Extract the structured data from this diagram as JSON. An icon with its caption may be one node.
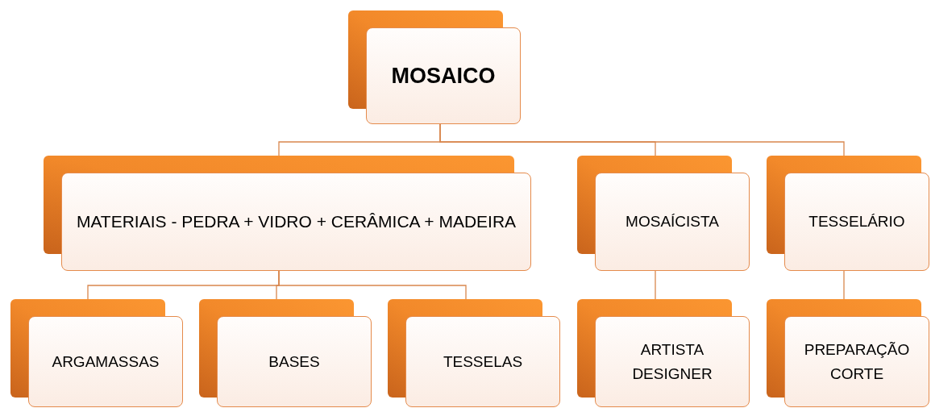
{
  "diagram": {
    "nodes": [
      {
        "text": [
          "MOSAICO"
        ]
      },
      {
        "text": [
          "MATERIAIS - PEDRA + VIDRO + CERÂMICA + MADEIRA"
        ]
      },
      {
        "text": [
          "MOSAÍCISTA"
        ]
      },
      {
        "text": [
          "TESSELÁRIO"
        ]
      },
      {
        "text": [
          "ARGAMASSAS"
        ]
      },
      {
        "text": [
          "BASES"
        ]
      },
      {
        "text": [
          "TESSELAS"
        ]
      },
      {
        "text": [
          "ARTISTA DESIGNER"
        ]
      },
      {
        "text": [
          "PREPARAÇÃO CORTE"
        ]
      }
    ],
    "edges": [
      {
        "from": 0,
        "to": 1,
        "arrow": "none"
      },
      {
        "from": 0,
        "to": 2,
        "arrow": "none"
      },
      {
        "from": 0,
        "to": 3,
        "arrow": "none"
      },
      {
        "from": 1,
        "to": 4,
        "arrow": "none"
      },
      {
        "from": 1,
        "to": 5,
        "arrow": "none"
      },
      {
        "from": 1,
        "to": 6,
        "arrow": "none"
      },
      {
        "from": 2,
        "to": 7,
        "arrow": "none"
      },
      {
        "from": 3,
        "to": 8,
        "arrow": "none"
      }
    ]
  }
}
